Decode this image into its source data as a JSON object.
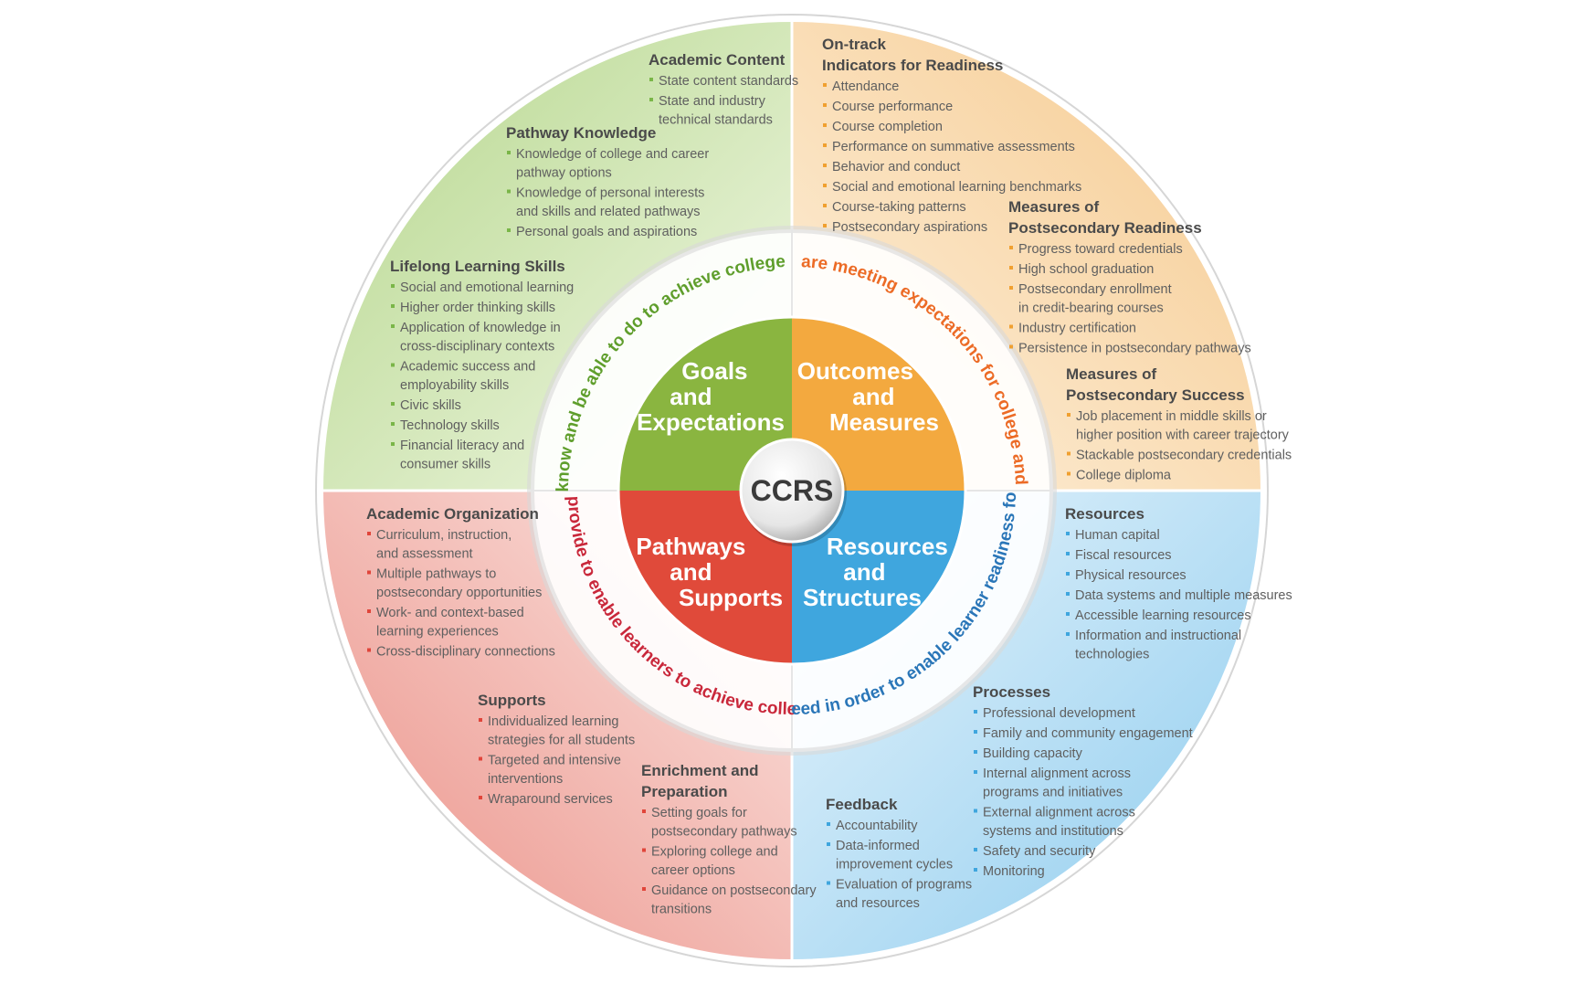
{
  "center_label": "CCRS",
  "quadrants": {
    "goals": {
      "label_lines": [
        "Goals",
        "and",
        "Expectations"
      ],
      "color": "#8ab540",
      "question": "What should learners know and be able to do to achieve college and career readiness?",
      "question_color": "#5f9e2c"
    },
    "outcomes": {
      "label_lines": [
        "Outcomes",
        "and",
        "Measures"
      ],
      "color": "#f3a93f",
      "question": "How do we know when learners are meeting expectations for college and career readiness and success?",
      "question_color": "#ec6b26"
    },
    "pathways": {
      "label_lines": [
        "Pathways",
        "and",
        "Supports"
      ],
      "color": "#e04a3a",
      "question": "What should institutions provide to enable learners to achieve college and career success?",
      "question_color": "#c9283b"
    },
    "resources": {
      "label_lines": [
        "Resources",
        "and",
        "Structures"
      ],
      "color": "#3fa6de",
      "question": "What do institutions need in order to enable learner readiness for college and careers?",
      "question_color": "#2a76b8"
    }
  },
  "sections": {
    "academic_content": {
      "title_lines": [
        "Academic Content"
      ],
      "bullet_color": "#7ab648",
      "items": [
        [
          "State content standards"
        ],
        [
          "State and industry",
          "technical standards"
        ]
      ]
    },
    "pathway_knowledge": {
      "title_lines": [
        "Pathway Knowledge"
      ],
      "bullet_color": "#7ab648",
      "items": [
        [
          "Knowledge of college and career",
          "pathway options"
        ],
        [
          "Knowledge of personal interests",
          "and skills and related pathways"
        ],
        [
          "Personal goals and aspirations"
        ]
      ]
    },
    "lifelong_learning": {
      "title_lines": [
        "Lifelong Learning Skills"
      ],
      "bullet_color": "#7ab648",
      "items": [
        [
          "Social and emotional learning"
        ],
        [
          "Higher order thinking skills"
        ],
        [
          "Application of knowledge in",
          "cross-disciplinary contexts"
        ],
        [
          "Academic success and",
          "employability skills"
        ],
        [
          "Civic skills"
        ],
        [
          "Technology skills"
        ],
        [
          "Financial literacy and",
          "consumer skills"
        ]
      ]
    },
    "on_track": {
      "title_lines": [
        "On-track",
        "Indicators for Readiness"
      ],
      "bullet_color": "#f0a030",
      "items": [
        [
          "Attendance"
        ],
        [
          "Course performance"
        ],
        [
          "Course completion"
        ],
        [
          "Performance on summative assessments"
        ],
        [
          "Behavior and conduct"
        ],
        [
          "Social and emotional learning benchmarks"
        ],
        [
          "Course-taking patterns"
        ],
        [
          "Postsecondary aspirations"
        ]
      ]
    },
    "postsecondary_readiness": {
      "title_lines": [
        "Measures of",
        "Postsecondary Readiness"
      ],
      "bullet_color": "#f0a030",
      "items": [
        [
          "Progress toward credentials"
        ],
        [
          "High school graduation"
        ],
        [
          "Postsecondary enrollment",
          "in credit-bearing courses"
        ],
        [
          "Industry certification"
        ],
        [
          "Persistence in postsecondary pathways"
        ]
      ]
    },
    "postsecondary_success": {
      "title_lines": [
        "Measures of",
        "Postsecondary Success"
      ],
      "bullet_color": "#f0a030",
      "items": [
        [
          "Job placement in middle skills or",
          "higher position with career trajectory"
        ],
        [
          "Stackable postsecondary credentials"
        ],
        [
          "College diploma"
        ]
      ]
    },
    "academic_organization": {
      "title_lines": [
        "Academic Organization"
      ],
      "bullet_color": "#e0453a",
      "items": [
        [
          "Curriculum, instruction,",
          "and assessment"
        ],
        [
          "Multiple pathways to",
          "postsecondary opportunities"
        ],
        [
          "Work- and context-based",
          "learning experiences"
        ],
        [
          "Cross-disciplinary connections"
        ]
      ]
    },
    "supports": {
      "title_lines": [
        "Supports"
      ],
      "bullet_color": "#e0453a",
      "items": [
        [
          "Individualized learning",
          "strategies for all students"
        ],
        [
          "Targeted and intensive",
          "interventions"
        ],
        [
          "Wraparound services"
        ]
      ]
    },
    "enrichment": {
      "title_lines": [
        "Enrichment and",
        "Preparation"
      ],
      "bullet_color": "#e0453a",
      "items": [
        [
          "Setting goals for",
          "postsecondary pathways"
        ],
        [
          "Exploring college and",
          "career options"
        ],
        [
          "Guidance on postsecondary",
          "transitions"
        ]
      ]
    },
    "resources": {
      "title_lines": [
        "Resources"
      ],
      "bullet_color": "#3fa6de",
      "items": [
        [
          "Human capital"
        ],
        [
          "Fiscal resources"
        ],
        [
          "Physical resources"
        ],
        [
          "Data systems and multiple measures"
        ],
        [
          "Accessible learning resources"
        ],
        [
          "Information and instructional",
          "technologies"
        ]
      ]
    },
    "processes": {
      "title_lines": [
        "Processes"
      ],
      "bullet_color": "#3fa6de",
      "items": [
        [
          "Professional development"
        ],
        [
          "Family and community engagement"
        ],
        [
          "Building capacity"
        ],
        [
          "Internal alignment across",
          "programs and initiatives"
        ],
        [
          "External alignment across",
          "systems and institutions"
        ],
        [
          "Safety and security"
        ],
        [
          "Monitoring"
        ]
      ]
    },
    "feedback": {
      "title_lines": [
        "Feedback"
      ],
      "bullet_color": "#3fa6de",
      "items": [
        [
          "Accountability"
        ],
        [
          "Data-informed",
          "improvement cycles"
        ],
        [
          "Evaluation of programs",
          "and resources"
        ]
      ]
    }
  }
}
